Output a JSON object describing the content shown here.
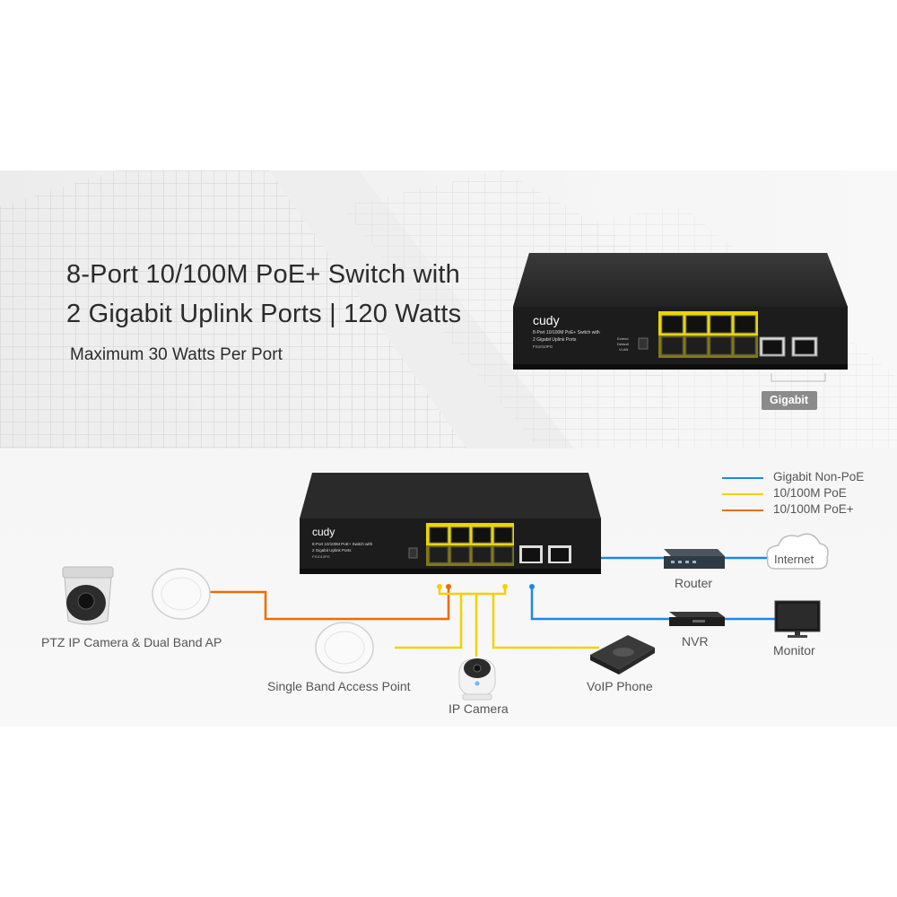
{
  "headline": {
    "line1": "8-Port 10/100M PoE+ Switch with",
    "line2": "2 Gigabit Uplink Ports | 120 Watts",
    "sub": "Maximum 30 Watts Per Port"
  },
  "switch": {
    "brand": "cudy",
    "front_text1": "8-Port 10/100M PoE+ Switch with",
    "front_text2": "2 Gigabit Uplink Ports",
    "model": "FS1010PG",
    "mode_labels": [
      "Extend",
      "Default",
      "VLAN"
    ],
    "gigabit_badge": "Gigabit"
  },
  "legend": [
    {
      "label": "Gigabit Non-PoE",
      "color": "#1e88e5"
    },
    {
      "label": "10/100M PoE",
      "color": "#f5d000"
    },
    {
      "label": "10/100M PoE+",
      "color": "#ef6c00"
    }
  ],
  "devices": {
    "ptz": "PTZ IP Camera & Dual Band AP",
    "single_ap": "Single Band Access Point",
    "ip_camera": "IP Camera",
    "voip": "VoIP Phone",
    "router": "Router",
    "internet": "Internet",
    "nvr": "NVR",
    "monitor": "Monitor"
  }
}
